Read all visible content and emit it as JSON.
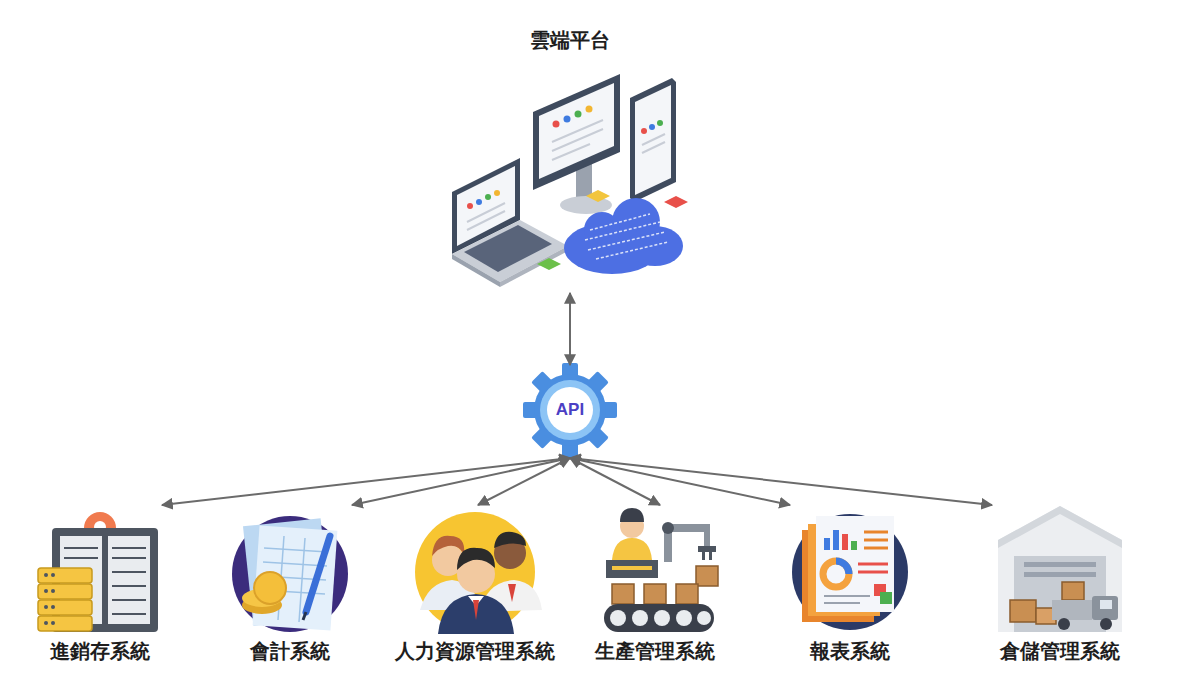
{
  "diagram": {
    "nodes": [
      {
        "text": [
          "雲端平台"
        ]
      },
      {
        "text": [
          "API"
        ]
      },
      {
        "text": [
          "進銷存系統"
        ]
      },
      {
        "text": [
          "會計系統"
        ]
      },
      {
        "text": [
          "人力資源管理系統"
        ]
      },
      {
        "text": [
          "生產管理系統"
        ]
      },
      {
        "text": [
          "報表系統"
        ]
      },
      {
        "text": [
          "倉儲管理系統"
        ]
      }
    ],
    "edges": [
      {
        "from": 0,
        "to": 1,
        "arrow": "both"
      },
      {
        "from": 1,
        "to": 2,
        "arrow": "both"
      },
      {
        "from": 1,
        "to": 3,
        "arrow": "both"
      },
      {
        "from": 1,
        "to": 4,
        "arrow": "both"
      },
      {
        "from": 1,
        "to": 5,
        "arrow": "both"
      },
      {
        "from": 1,
        "to": 6,
        "arrow": "both"
      },
      {
        "from": 1,
        "to": 7,
        "arrow": "both"
      }
    ]
  }
}
